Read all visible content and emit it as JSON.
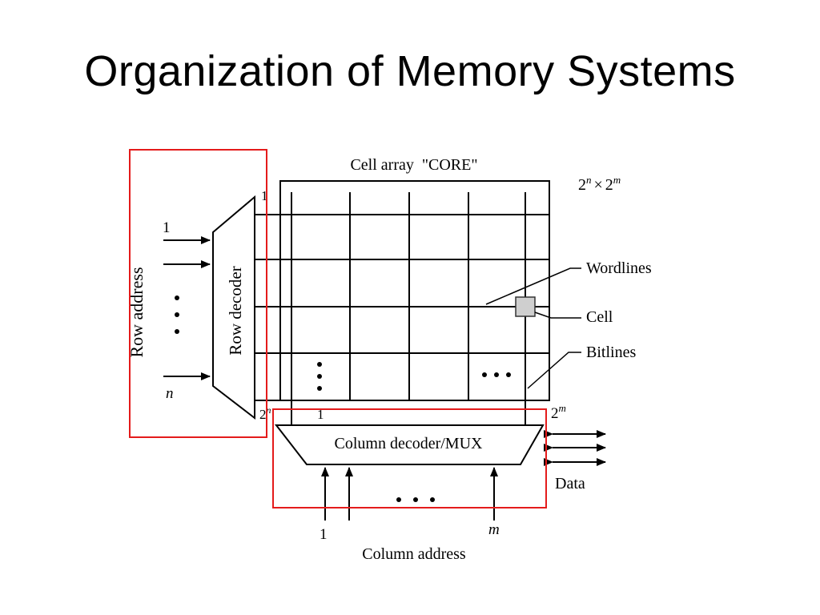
{
  "slide": {
    "title": "Organization of Memory Systems"
  },
  "diagram": {
    "cell_array_label": "Cell array  \"CORE\"",
    "size_label": {
      "base": "2",
      "n": "n",
      "times": "×",
      "m": "m"
    },
    "row_decoder_label": "Row decoder",
    "row_address_label": "Row address",
    "row_input_first": "1",
    "row_input_last": "n",
    "wordline_first": "1",
    "wordline_last": "2",
    "wordline_last_sup": "n",
    "bitline_first": "1",
    "bitline_last": "2",
    "bitline_last_sup": "m",
    "column_decoder_label": "Column decoder/MUX",
    "column_input_first": "1",
    "column_input_last": "m",
    "column_address_label": "Column address",
    "data_label": "Data",
    "callouts": {
      "wordlines": "Wordlines",
      "cell": "Cell",
      "bitlines": "Bitlines"
    },
    "ellipsis": "• • •",
    "highlight_color": "#e41b1b"
  }
}
